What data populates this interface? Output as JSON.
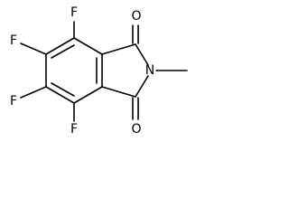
{
  "molecule": {
    "atoms": {
      "f_top": "F",
      "f_upper_left": "F",
      "f_lower_left": "F",
      "f_bottom": "F",
      "o_top": "O",
      "o_bottom": "O",
      "n": "N"
    }
  }
}
